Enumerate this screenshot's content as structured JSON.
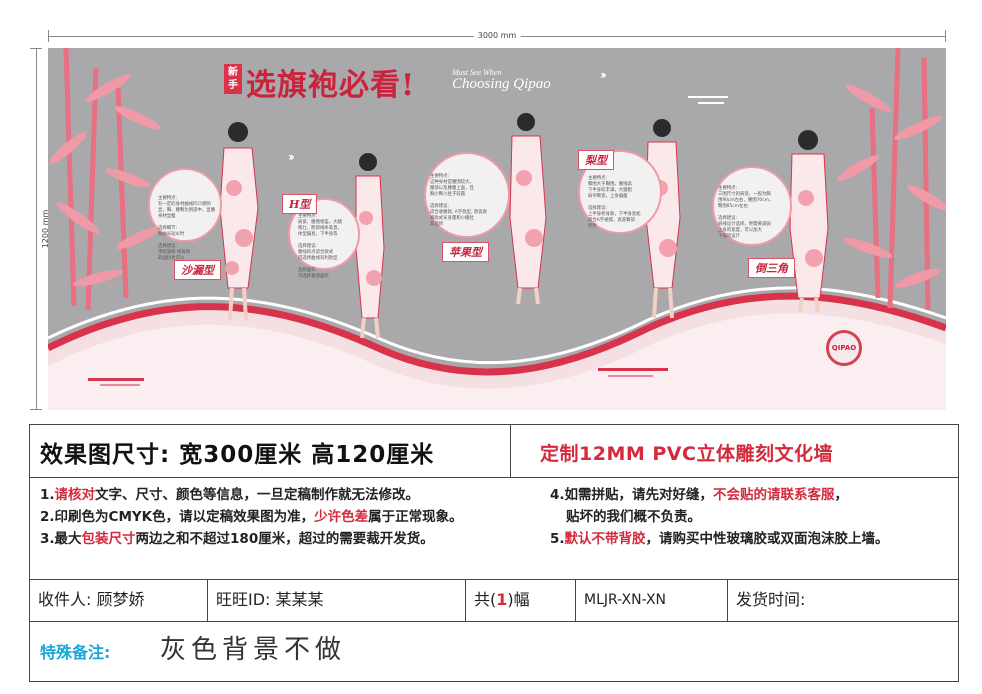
{
  "dimensions": {
    "width_label": "3000 mm",
    "height_label": "1200 mm"
  },
  "mural": {
    "badge": "新手",
    "title": "选旗袍必看!",
    "title_en_small": "Must See When",
    "title_en_large": "Choosing Qipao",
    "magnifier_label": "QIPAO",
    "types": [
      {
        "tag": "沙漏型",
        "text": "主要特点:\n有一定的身材曲线凹凸感明\n显，胸、腰臀比例适中，显腰\n身材显瘦\n\n选择细节:\n粉袖长短4/时\n\n选择建议:\n传统旗袍 修身款\n的面料也可以"
      },
      {
        "tag": "H型",
        "text": "主要特点:\n肩宽、腰围相差，大腿\n粗壮，胯部线条笔直，\n体型偏直，下半身等\n\n选择建议:\n腰线的点适合款式\n可选择曲线有利款型\n\n选择面料:\n可选择垂感面料"
      },
      {
        "tag": "苹果型",
        "text": "主要特点:\n这种身材是腰围较大，\n腰部以及腰腹上面，且\n胸小臀小肚子较圆\n\n选择建议:\n适合收腰款, A字款型, 改良旗\n袍款式长身量和小腰肚\n其选择"
      },
      {
        "tag": "梨型",
        "text": "主要特点:\n臀围大于胸围，腰线高\n下半身较丰满，大腿粗\n肩窄臀宽，上身偏瘦\n\n选择建议:\n上半身修身款，下半身宽松\n适合A字裙摆，遮盖臀部\n优势"
      },
      {
        "tag": "倒三角",
        "text": "主要特点:\n三围尺寸的肩宽，一般为胸\n围90cm左右，腰围70cm，\n臀围85cm左右\n\n选择建议:\n肩线设计选择，更需要减弱\n上身的宽度，可以加大\n下摆的设计"
      }
    ]
  },
  "info": {
    "size_text": "效果图尺寸: 宽300厘米  高120厘米",
    "product_text": "定制12MM PVC立体雕刻文化墙",
    "notes_left": [
      {
        "num": "1.",
        "red": "请核对",
        "text": "文字、尺寸、颜色等信息，一旦定稿制作就无法修改。"
      },
      {
        "num": "2.",
        "pre": "印刷色为CMYK色，请以定稿效果图为准，",
        "red": "少许色差",
        "text": "属于正常现象。"
      },
      {
        "num": "3.",
        "pre": "最大",
        "red": "包装尺寸",
        "text": "两边之和不超过180厘米，超过的需要裁开发货。"
      }
    ],
    "notes_right": [
      {
        "num": "4.",
        "pre": "如需拼贴，请先对好缝，",
        "red": "不会贴的请联系客服",
        "text": "，"
      },
      {
        "num": "",
        "pre": "贴坏的我们概不负责。",
        "red": "",
        "text": ""
      },
      {
        "num": "5.",
        "red": "默认不带背胶",
        "text": "，请购买中性玻璃胶或双面泡沫胶上墙。"
      }
    ],
    "recipient_label": "收件人: 顾梦娇",
    "wangwang_label": "旺旺ID: 某某某",
    "count_prefix": "共(",
    "count_value": "1",
    "count_suffix": ")幅",
    "code": "MLJR-XN-XN",
    "ship_time_label": "发货时间:",
    "remark_label": "特殊备注:",
    "remark_value": "灰色背景不做"
  },
  "colors": {
    "accent_red": "#d42a3c",
    "mural_gray": "#a9a8aa",
    "remark_blue": "#1aa6d8"
  }
}
